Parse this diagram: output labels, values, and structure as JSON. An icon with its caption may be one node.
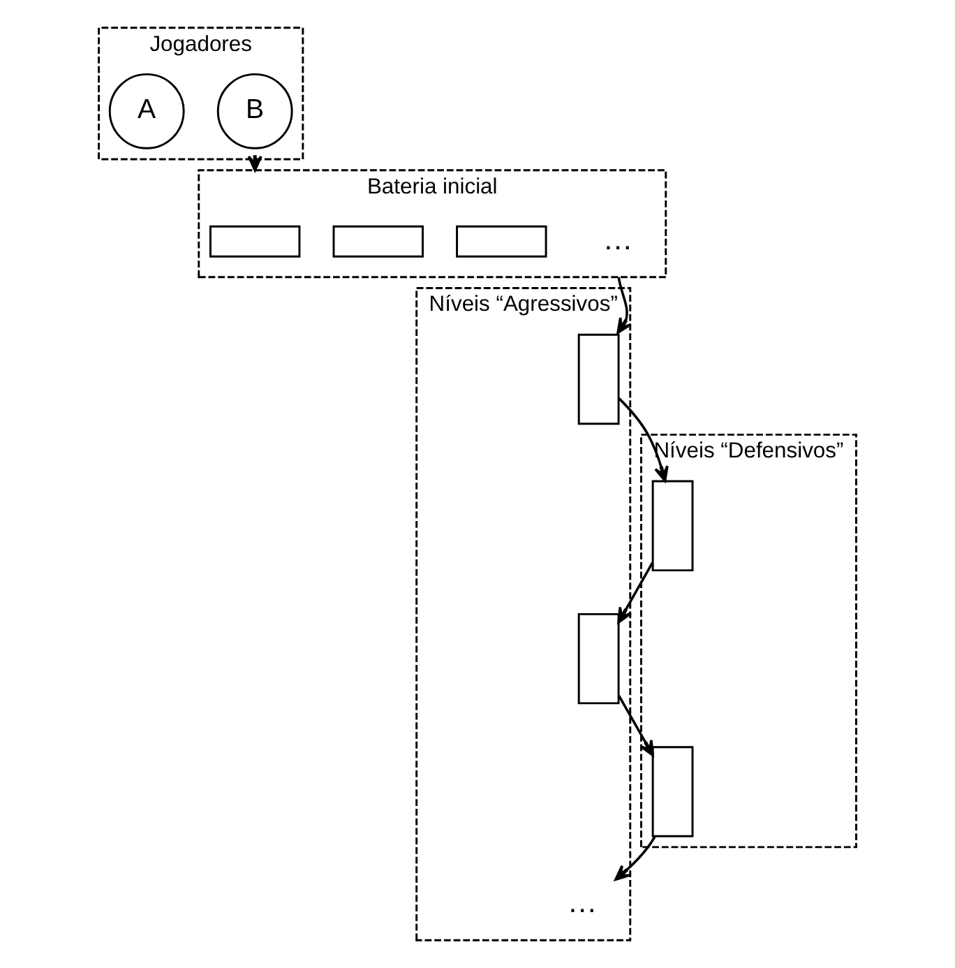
{
  "diagram": {
    "nodes": [
      {
        "text": [
          "Jogadores"
        ]
      },
      {
        "text": [
          "A"
        ],
        "in": 0
      },
      {
        "text": [
          "B"
        ],
        "in": 0
      },
      {
        "text": [
          "Bateria inicial"
        ]
      },
      {
        "text": [],
        "shape": "box",
        "in": 3
      },
      {
        "text": [],
        "shape": "box",
        "in": 3
      },
      {
        "text": [],
        "shape": "box",
        "in": 3
      },
      {
        "text": [
          "…"
        ],
        "in": 3
      },
      {
        "text": [
          "Níveis “Agressivos”"
        ]
      },
      {
        "text": [],
        "shape": "box",
        "in": 8
      },
      {
        "text": [],
        "shape": "box",
        "in": 8
      },
      {
        "text": [
          "…"
        ],
        "in": 8
      },
      {
        "text": [
          "Níveis “Defensivos”"
        ]
      },
      {
        "text": [],
        "shape": "box",
        "in": 12
      },
      {
        "text": [],
        "shape": "box",
        "in": 12
      }
    ],
    "edges": [
      {
        "from": 0,
        "to": 3,
        "arrow": "to"
      },
      {
        "from": 3,
        "to": 9,
        "arrow": "to"
      },
      {
        "from": 9,
        "to": 13,
        "arrow": "to"
      },
      {
        "from": 13,
        "to": 10,
        "arrow": "to"
      },
      {
        "from": 10,
        "to": 14,
        "arrow": "to"
      },
      {
        "from": 14,
        "to": 11,
        "arrow": "to"
      }
    ]
  }
}
